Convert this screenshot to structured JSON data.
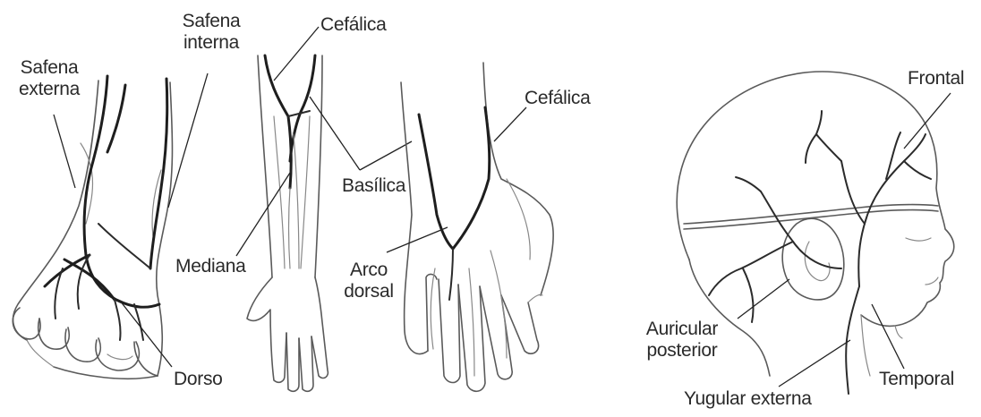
{
  "labels": {
    "foot_safena_externa_1": "Safena",
    "foot_safena_externa_2": "externa",
    "foot_safena_interna_1": "Safena",
    "foot_safena_interna_2": "interna",
    "foot_dorso": "Dorso",
    "arm_cefalica": "Cefálica",
    "arm_basilica": "Basílica",
    "arm_mediana": "Mediana",
    "hand_cefalica": "Cefálica",
    "hand_arco_1": "Arco",
    "hand_arco_2": "dorsal",
    "head_frontal": "Frontal",
    "head_auricular_1": "Auricular",
    "head_auricular_2": "posterior",
    "head_temporal": "Temporal",
    "head_yugular": "Yugular externa"
  }
}
